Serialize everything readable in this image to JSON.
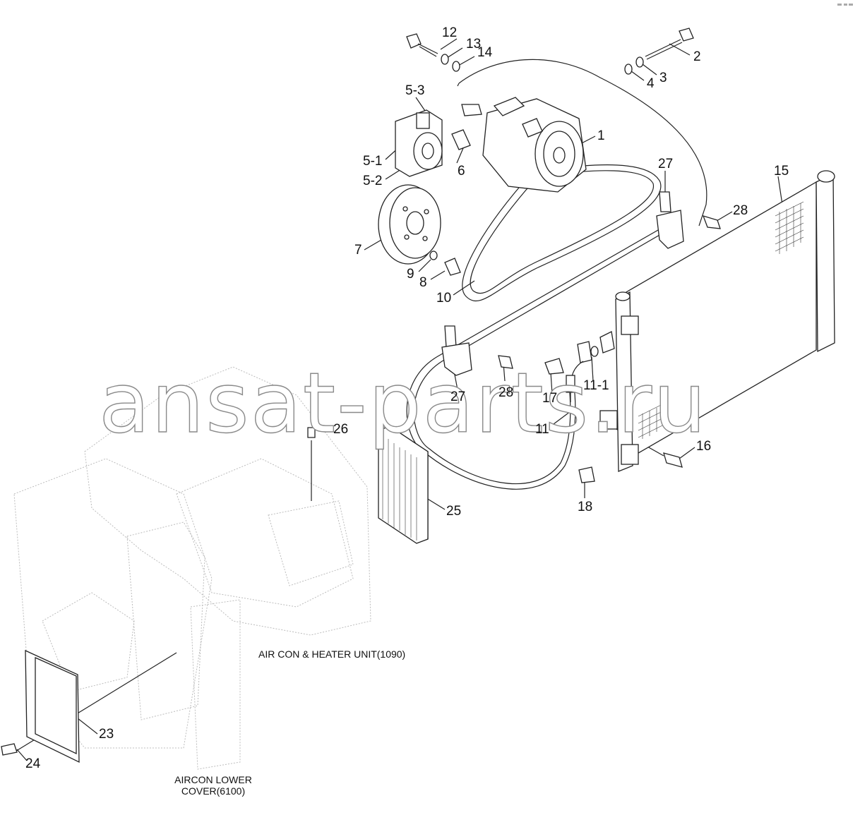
{
  "watermark": "ansat-parts.ru",
  "callouts": [
    {
      "id": "c12",
      "label": "12"
    },
    {
      "id": "c13",
      "label": "13"
    },
    {
      "id": "c14",
      "label": "14"
    },
    {
      "id": "c2",
      "label": "2"
    },
    {
      "id": "c3",
      "label": "3"
    },
    {
      "id": "c4",
      "label": "4"
    },
    {
      "id": "c5-3",
      "label": "5-3"
    },
    {
      "id": "c5-1",
      "label": "5-1"
    },
    {
      "id": "c5-2",
      "label": "5-2"
    },
    {
      "id": "c6",
      "label": "6"
    },
    {
      "id": "c1",
      "label": "1"
    },
    {
      "id": "c27a",
      "label": "27"
    },
    {
      "id": "c15",
      "label": "15"
    },
    {
      "id": "c28a",
      "label": "28"
    },
    {
      "id": "c7",
      "label": "7"
    },
    {
      "id": "c9",
      "label": "9"
    },
    {
      "id": "c8",
      "label": "8"
    },
    {
      "id": "c10",
      "label": "10"
    },
    {
      "id": "c27b",
      "label": "27"
    },
    {
      "id": "c28b",
      "label": "28"
    },
    {
      "id": "c17",
      "label": "17"
    },
    {
      "id": "c11-1",
      "label": "11-1"
    },
    {
      "id": "c11",
      "label": "11"
    },
    {
      "id": "c26",
      "label": "26"
    },
    {
      "id": "c16",
      "label": "16"
    },
    {
      "id": "c25",
      "label": "25"
    },
    {
      "id": "c18",
      "label": "18"
    },
    {
      "id": "c23",
      "label": "23"
    },
    {
      "id": "c24",
      "label": "24"
    }
  ],
  "captions": {
    "heater_unit": "AIR CON & HEATER UNIT(1090)",
    "lower_cover_line1": "AIRCON LOWER",
    "lower_cover_line2": "COVER(6100)"
  }
}
